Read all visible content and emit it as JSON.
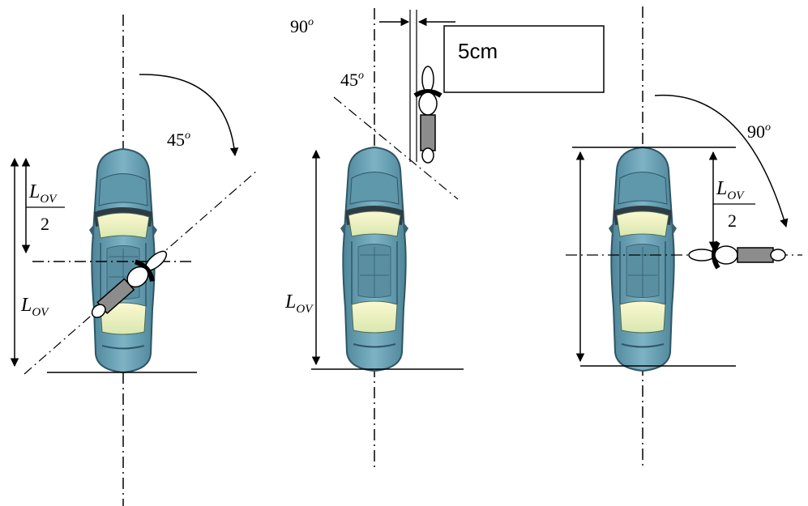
{
  "labels": {
    "angle_45_left": "45",
    "angle_45_middle": "45",
    "angle_90_top": "90",
    "angle_90_right": "90",
    "degree_sup": "o",
    "L": "L",
    "OV": "OV",
    "half_denominator": "2",
    "gap_box": "5cm"
  },
  "colors": {
    "car_body": "#6fa7ba",
    "car_dark": "#3f6f82",
    "car_glass": "#f3f0b4",
    "moto_body": "#8c8c8c",
    "line": "#000000"
  }
}
